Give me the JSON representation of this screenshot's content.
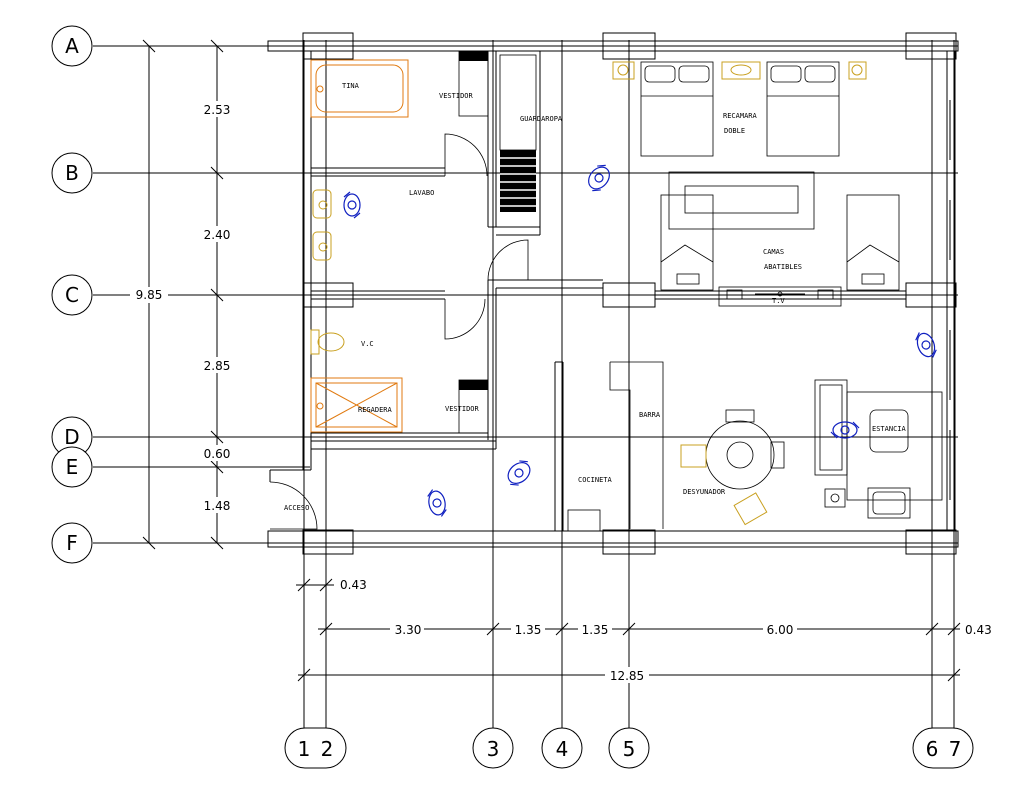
{
  "grid": {
    "rows": [
      "A",
      "B",
      "C",
      "D",
      "E",
      "F"
    ],
    "columns": [
      "1",
      "2",
      "3",
      "4",
      "5",
      "6",
      "7"
    ]
  },
  "dimensions": {
    "vertical": [
      "2.53",
      "2.40",
      "2.85",
      "0.60",
      "1.48"
    ],
    "vertical_total": "9.85",
    "horizontal": [
      "3.30",
      "1.35",
      "1.35",
      "6.00"
    ],
    "horizontal_edge_left": "0.43",
    "horizontal_edge_right": "0.43",
    "horizontal_total": "12.85"
  },
  "rooms": {
    "tina": "TINA",
    "vestidor_top": "VESTIDOR",
    "guardaropa": "GUARDAROPA",
    "recamara": "RECAMARA",
    "doble": "DOBLE",
    "lavabo": "LAVABO",
    "camas": "CAMAS",
    "abatibles": "ABATIBLES",
    "tv": "T.V",
    "vc": "V.C",
    "regadera": "REGADERA",
    "vestidor_bottom": "VESTIDOR",
    "barra": "BARRA",
    "estancia": "ESTANCIA",
    "cocineta": "COCINETA",
    "desayunador": "DESYUNADOR",
    "acceso": "ACCESO"
  },
  "colors": {
    "lines": "#000000",
    "bathroom_fixtures": "#e07a10",
    "lamps_and_chairs": "#c9a020",
    "people_symbols": "#1020c0"
  }
}
